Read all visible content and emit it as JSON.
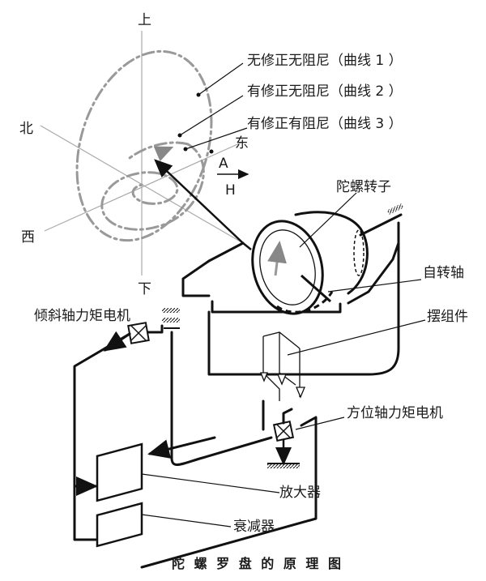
{
  "compass": {
    "up": "上",
    "down": "下",
    "north": "北",
    "south_west": "西",
    "east": "东",
    "point_a": "A",
    "point_h": "H"
  },
  "curves": {
    "curve1": "无修正无阻尼（曲线 1 ）",
    "curve2": "有修正无阻尼（曲线 2 ）",
    "curve3": "有修正有阻尼（曲线 3 ）"
  },
  "parts": {
    "rotor": "陀螺转子",
    "spin_axis": "自转轴",
    "pendulum": "摆组件",
    "tilt_motor": "倾斜轴力矩电机",
    "azimuth_motor": "方位轴力矩电机",
    "amplifier": "放大器",
    "attenuator": "衰减器"
  },
  "caption": "陀 螺 罗 盘 的 原 理 图"
}
